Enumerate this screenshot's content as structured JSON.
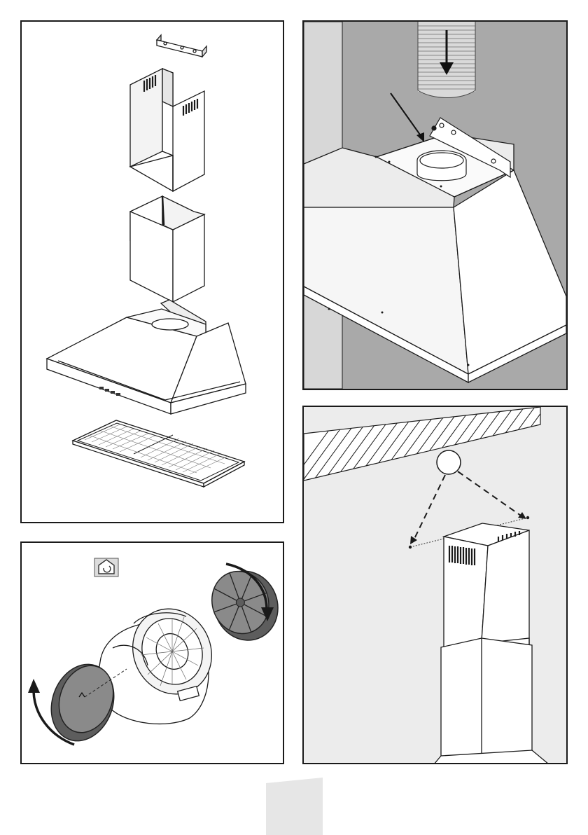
{
  "document": {
    "type": "installation-illustration-page"
  },
  "figures": {
    "exploded_view": {
      "icon": "hood-exploded-view-illustration"
    },
    "duct_connection": {
      "icon": "duct-connection-illustration"
    },
    "carbon_filter": {
      "icon": "carbon-filter-illustration",
      "badge_icon": "recirculation-mode-icon"
    },
    "chimney_fixing": {
      "icon": "chimney-fixing-illustration"
    }
  },
  "colors": {
    "line": "#1a1a1a",
    "wall_gray": "#a9a9a9",
    "panel_light_gray": "#ececec",
    "filter_gray": "#7a7a7a",
    "page_tab": "#e6e6e6"
  }
}
